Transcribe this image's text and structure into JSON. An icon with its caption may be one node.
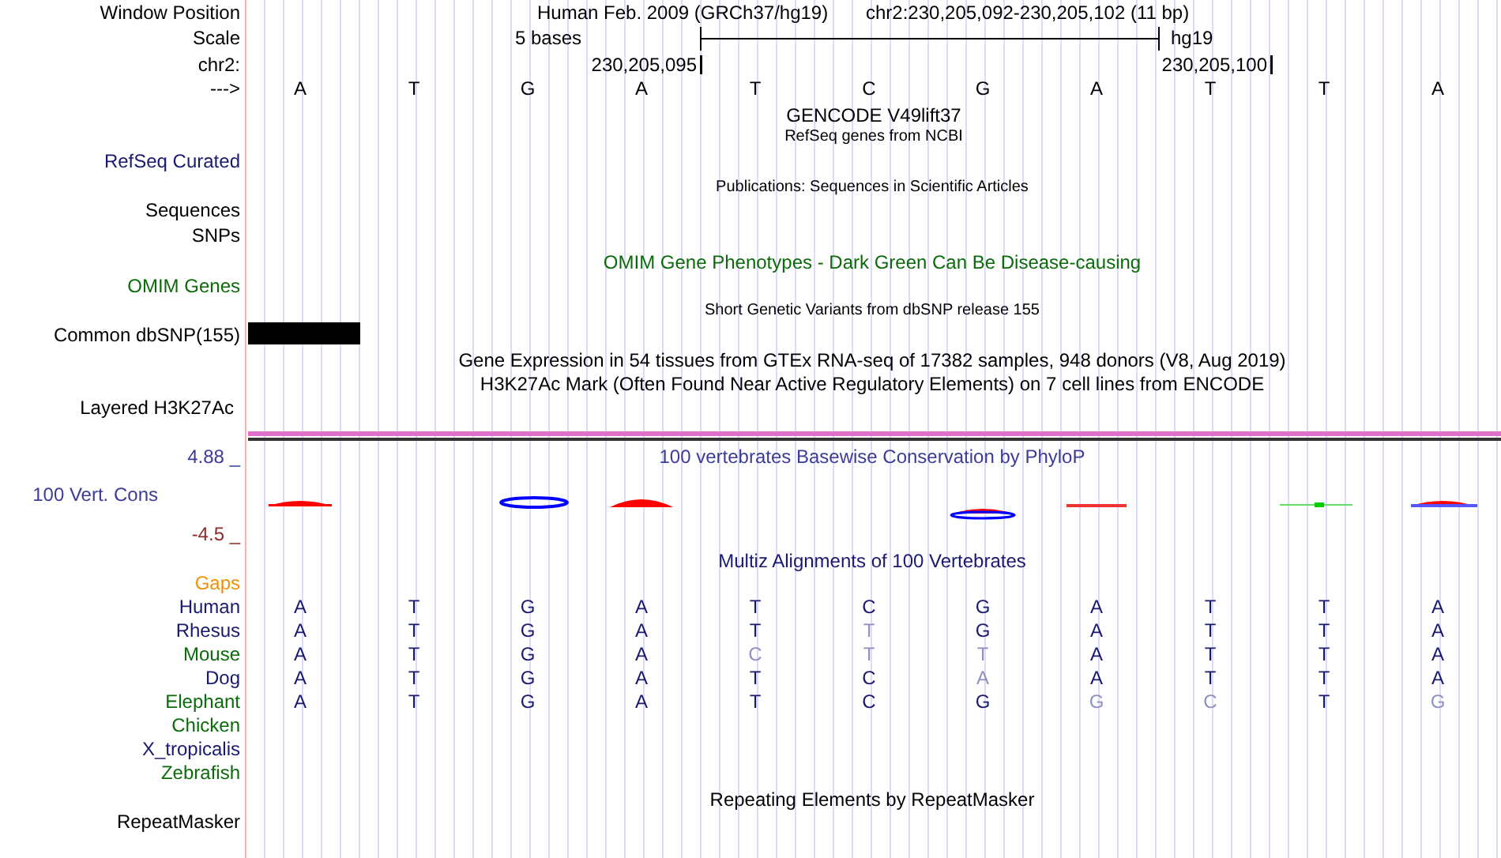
{
  "diagram": {
    "labels": [
      "Window Position",
      "Human Feb. 2009 (GRCh37/hg19)",
      "chr2:230,205,092-230,205,102 (11 bp)",
      "Scale",
      "5 bases",
      "hg19",
      "chr2:",
      "230,205,095",
      "230,205,100",
      "--->",
      "A",
      "T",
      "G",
      "A",
      "T",
      "C",
      "G",
      "A",
      "T",
      "T",
      "A",
      "GENCODE V49lift37",
      "RefSeq genes from NCBI",
      "RefSeq Curated",
      "Publications: Sequences in Scientific Articles",
      "Sequences",
      "SNPs",
      "OMIM Gene Phenotypes - Dark Green Can Be Disease-causing",
      "OMIM Genes",
      "Short Genetic Variants from dbSNP release 155",
      "Common dbSNP(155)",
      "Gene Expression in 54 tissues from GTEx RNA-seq of 17382 samples, 948 donors (V8, Aug 2019)",
      "H3K27Ac Mark (Often Found Near Active Regulatory Elements) on 7 cell lines from ENCODE",
      "Layered H3K27Ac",
      "4.88 _",
      "100 vertebrates Basewise Conservation by PhyloP",
      "100 Vert. Cons",
      "-4.5 _",
      "Multiz Alignments of 100 Vertebrates",
      "Gaps",
      "Human",
      "A",
      "T",
      "G",
      "A",
      "T",
      "C",
      "G",
      "A",
      "T",
      "T",
      "A",
      "Rhesus",
      "A",
      "T",
      "G",
      "A",
      "T",
      "T",
      "G",
      "A",
      "T",
      "T",
      "A",
      "Mouse",
      "A",
      "T",
      "G",
      "A",
      "C",
      "T",
      "T",
      "A",
      "T",
      "T",
      "A",
      "Dog",
      "A",
      "T",
      "G",
      "A",
      "T",
      "C",
      "A",
      "A",
      "T",
      "T",
      "A",
      "Elephant",
      "A",
      "T",
      "G",
      "A",
      "T",
      "C",
      "G",
      "G",
      "C",
      "T",
      "G",
      "Chicken",
      "X_tropicalis",
      "Zebrafish",
      "Repeating Elements by RepeatMasker",
      "RepeatMasker"
    ]
  }
}
